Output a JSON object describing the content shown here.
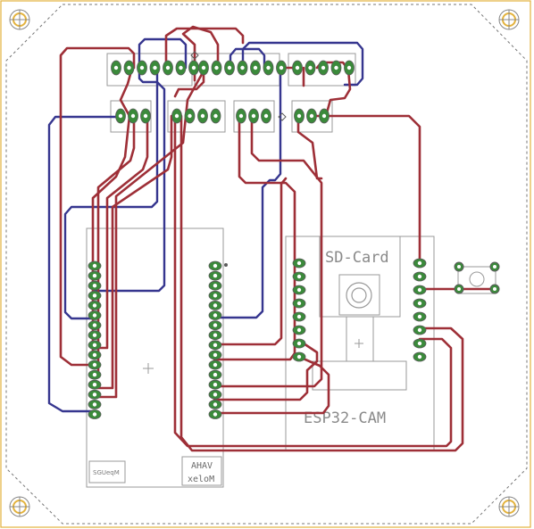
{
  "labels": {
    "sd_card": "SD-Card",
    "esp32_cam": "ESP32-CAM",
    "molex_line1": "AHAV",
    "molex_line2": "xelоM",
    "bottom_left_tag": "SGUeqM"
  },
  "colors": {
    "bottom_trace": "#9e2f37",
    "top_trace": "#36368f",
    "pad": "#3b8a3b",
    "board_frame": "#e3b23c",
    "silkscreen": "#9a9a9a"
  }
}
